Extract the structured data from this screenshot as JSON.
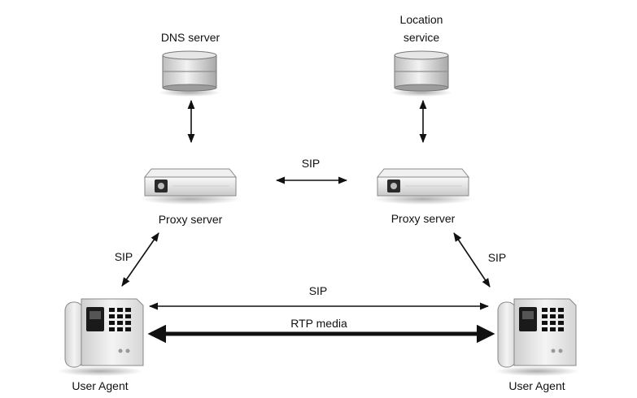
{
  "nodes": {
    "dns_server": {
      "label": "DNS server"
    },
    "location_service": {
      "label_line1": "Location",
      "label_line2": "service"
    },
    "proxy_left": {
      "label": "Proxy server"
    },
    "proxy_right": {
      "label": "Proxy server"
    },
    "agent_left": {
      "label": "User Agent"
    },
    "agent_right": {
      "label": "User Agent"
    }
  },
  "edges": {
    "proxy_to_proxy": {
      "label": "SIP"
    },
    "proxy_left_to_agent_left": {
      "label": "SIP"
    },
    "proxy_right_to_agent_right": {
      "label": "SIP"
    },
    "agent_to_agent_sip": {
      "label": "SIP"
    },
    "agent_to_agent_rtp": {
      "label": "RTP media"
    }
  },
  "colors": {
    "arrow": "#111111",
    "device_body": "#e8e8e8",
    "device_dark": "#1a1a1a"
  }
}
